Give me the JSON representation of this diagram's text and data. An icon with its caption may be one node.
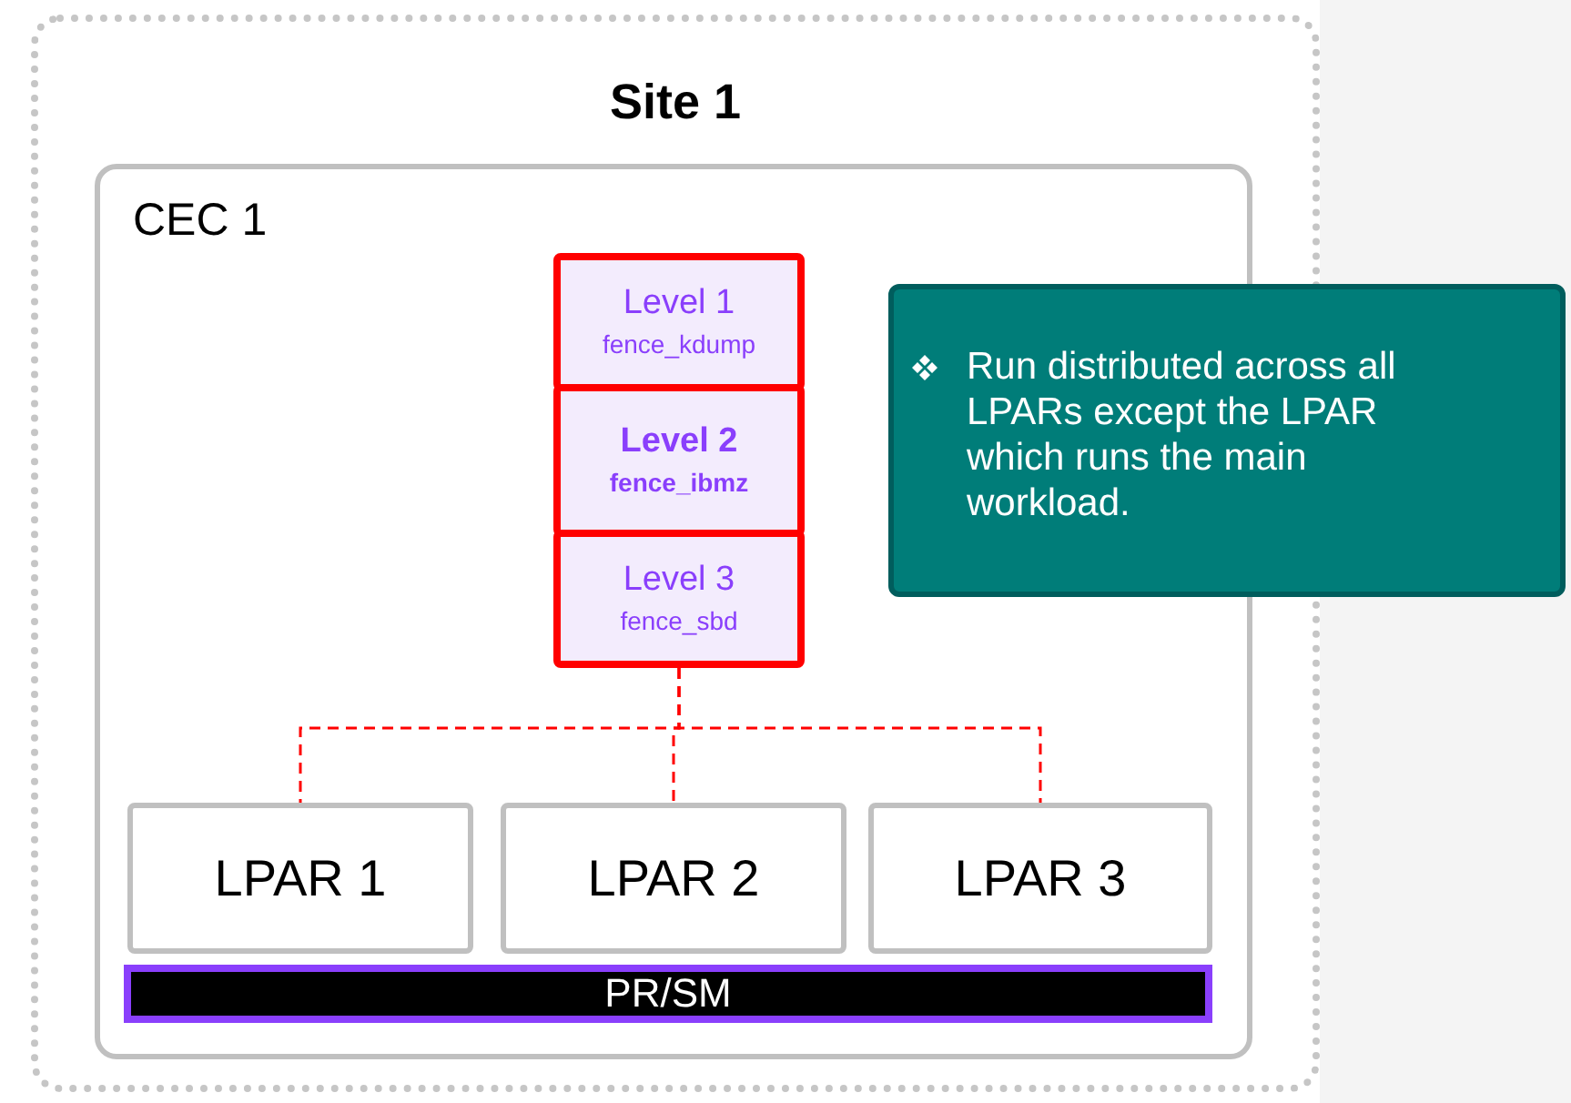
{
  "diagram": {
    "nodes": [
      {
        "text": [
          "Site 1"
        ]
      },
      {
        "text": [
          "CEC 1"
        ],
        "in": 0
      },
      {
        "text": [
          "Level 1",
          "fence_kdump"
        ],
        "in": 1
      },
      {
        "text": [
          "Level 2",
          "fence_ibmz"
        ],
        "in": 1
      },
      {
        "text": [
          "Level 3",
          "fence_sbd"
        ],
        "in": 1
      },
      {
        "text": [
          "Run distributed across all LPARs except the LPAR which runs the main workload."
        ]
      },
      {
        "text": [
          "LPAR 1"
        ],
        "in": 1
      },
      {
        "text": [
          "LPAR 2"
        ],
        "in": 1
      },
      {
        "text": [
          "LPAR 3"
        ],
        "in": 1
      },
      {
        "text": [
          "PR/SM"
        ],
        "in": 1
      }
    ],
    "edges": [
      {
        "from": 4,
        "to": 6,
        "arrow": "none",
        "style": "dashed",
        "color": "#ff0000"
      },
      {
        "from": 4,
        "to": 7,
        "arrow": "none",
        "style": "dashed",
        "color": "#ff0000"
      },
      {
        "from": 4,
        "to": 8,
        "arrow": "none",
        "style": "dashed",
        "color": "#ff0000"
      }
    ]
  }
}
